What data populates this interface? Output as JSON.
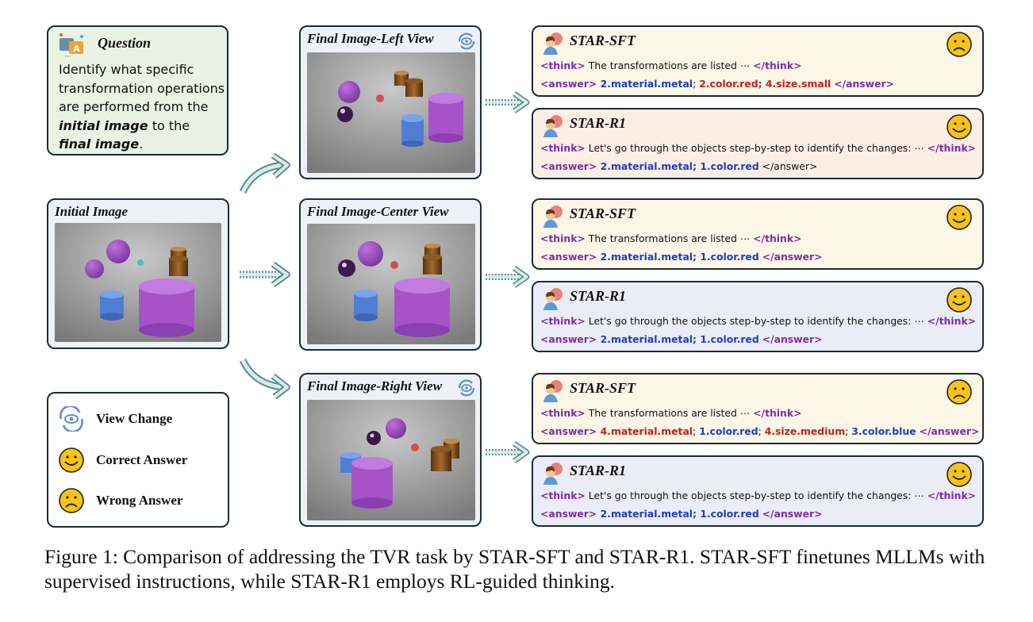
{
  "question": {
    "title": "Question",
    "text_before": "Identify what specific transformation operations are performed from the ",
    "emph1": "initial image",
    "text_mid": " to the ",
    "emph2": "final image",
    "text_after": "."
  },
  "initial": {
    "label": "Initial Image"
  },
  "finals": [
    {
      "label": "Final Image-Left View"
    },
    {
      "label": "Final Image-Center View"
    },
    {
      "label": "Final Image-Right View"
    }
  ],
  "answers": [
    {
      "model": "STAR-SFT",
      "result": "wrong",
      "think_open": "<think>",
      "think_text": " The transformations are listed ⋯ ",
      "think_close": "</think>",
      "answer_open": "<answer>",
      "answer_close": "</answer>",
      "parts": [
        {
          "text": " 2.material.metal",
          "status": "ok"
        },
        {
          "text": "; ",
          "status": "plain"
        },
        {
          "text": "2.color.red; 4.size.small",
          "status": "bad"
        },
        {
          "text": " ",
          "status": "plain"
        }
      ]
    },
    {
      "model": "STAR-R1",
      "result": "correct",
      "think_open": "<think>",
      "think_text": " Let's go through the objects step-by-step to identify the changes: ⋯ ",
      "think_close": "</think>",
      "answer_open": "<answer>",
      "answer_close": "</answer>",
      "parts": [
        {
          "text": " 2.material.metal; 1.color.red",
          "status": "ok"
        },
        {
          "text": " ",
          "status": "plain"
        }
      ]
    },
    {
      "model": "STAR-SFT",
      "result": "correct",
      "think_open": "<think>",
      "think_text": " The transformations are listed ⋯ ",
      "think_close": "</think>",
      "answer_open": "<answer>",
      "answer_close": "</answer>",
      "parts": [
        {
          "text": " 2.material.metal; 1.color.red",
          "status": "ok"
        },
        {
          "text": " ",
          "status": "plain"
        }
      ]
    },
    {
      "model": "STAR-R1",
      "result": "correct",
      "think_open": "<think>",
      "think_text": " Let's go through the objects step-by-step to identify the changes: ⋯ ",
      "think_close": "</think>",
      "answer_open": "<answer>",
      "answer_close": "</answer>",
      "parts": [
        {
          "text": " 2.material.metal; 1.color.red",
          "status": "ok"
        },
        {
          "text": " ",
          "status": "plain"
        }
      ]
    },
    {
      "model": "STAR-SFT",
      "result": "wrong",
      "think_open": "<think>",
      "think_text": " The transformations are listed ⋯ ",
      "think_close": "</think>",
      "answer_open": "<answer>",
      "answer_close": "</answer>",
      "parts": [
        {
          "text": " 4.material.metal",
          "status": "bad"
        },
        {
          "text": "; ",
          "status": "plain"
        },
        {
          "text": "1.color.red",
          "status": "ok"
        },
        {
          "text": "; ",
          "status": "plain"
        },
        {
          "text": "4.size.medium",
          "status": "bad"
        },
        {
          "text": "; ",
          "status": "plain"
        },
        {
          "text": "3.color.blue",
          "status": "ok"
        },
        {
          "text": " ",
          "status": "plain"
        }
      ]
    },
    {
      "model": "STAR-R1",
      "result": "correct",
      "think_open": "<think>",
      "think_text": " Let's go through the objects step-by-step to identify the changes: ⋯ ",
      "think_close": "</think>",
      "answer_open": "<answer>",
      "answer_close": "</answer>",
      "parts": [
        {
          "text": " 2.material.metal; 1.color.red",
          "status": "ok"
        },
        {
          "text": " ",
          "status": "plain"
        }
      ]
    }
  ],
  "legend": {
    "view_change": "View Change",
    "correct": "Correct Answer",
    "wrong": "Wrong Answer"
  },
  "caption": "Figure 1: Comparison of addressing the TVR task by STAR-SFT and STAR-R1. STAR-SFT finetunes MLLMs with supervised instructions, while STAR-R1 employs RL-guided thinking.",
  "colors": {
    "sft_bg": "#fbf6e6",
    "r1_wrong_bg": "#fdeee4",
    "r1_bg": "#ececf6",
    "question_bg": "#e8f3e3",
    "tag": "#7a2fa8",
    "correct": "#1c3fbf",
    "wrong": "#c0201e"
  }
}
